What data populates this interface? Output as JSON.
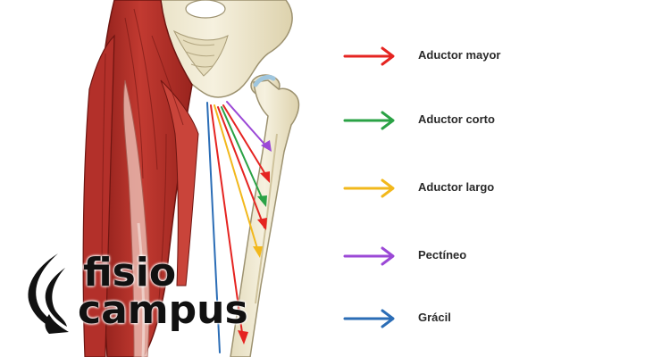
{
  "legend": {
    "items": [
      {
        "label": "Aductor mayor",
        "color": "#e52421"
      },
      {
        "label": "Aductor corto",
        "color": "#2aa245"
      },
      {
        "label": "Aductor largo",
        "color": "#f2b81c"
      },
      {
        "label": "Pectíneo",
        "color": "#9b48d6"
      },
      {
        "label": "Grácil",
        "color": "#2b6db6"
      }
    ]
  },
  "brand": {
    "line1": "fisio",
    "line2": "campus"
  },
  "colors": {
    "muscle": "#b8322b",
    "muscle_dark": "#7e1a16",
    "bone": "#efe9d2",
    "bone_shadow": "#d9cfaa",
    "cartilage": "#bcd7e6"
  }
}
